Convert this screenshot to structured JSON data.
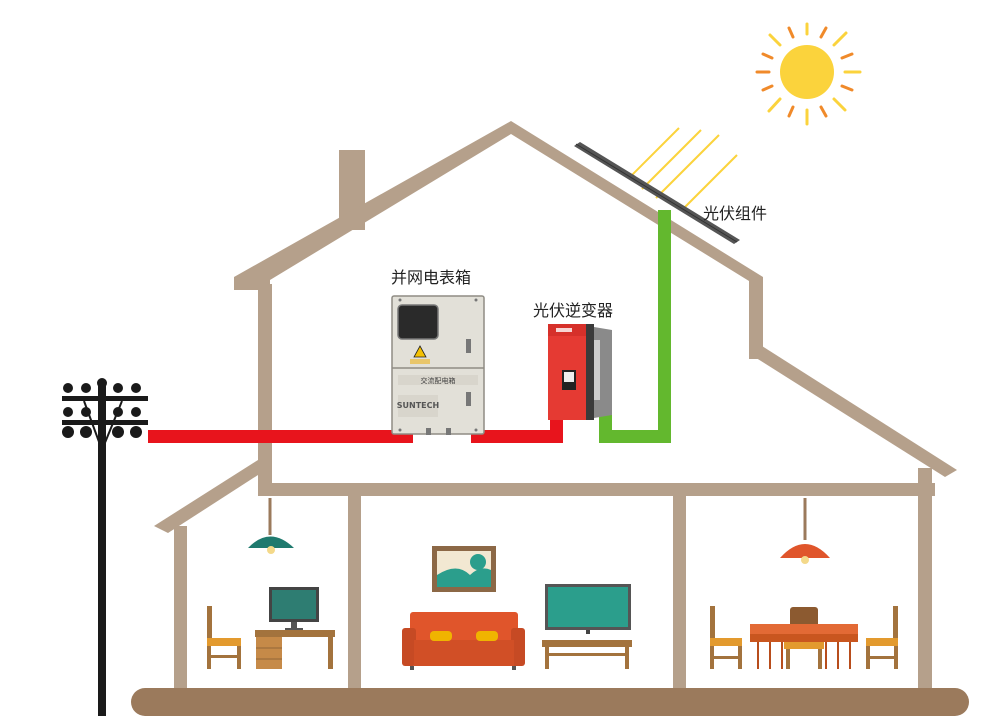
{
  "labels": {
    "meter_box": "并网电表箱",
    "inverter": "光伏逆变器",
    "pv_module": "光伏组件"
  },
  "device_text": {
    "meter_brand": "SUNTECH",
    "meter_caption": "交流配电箱"
  },
  "colors": {
    "house_frame": "#b5a08b",
    "floor_bar": "#9b7a5c",
    "ac_line": "#e8141c",
    "dc_line": "#63b82e",
    "sun": "#fbd33c",
    "sun_rays_orange": "#f08a2a",
    "solar_panel": "#555555",
    "inverter_red": "#e53a33",
    "meter_body": "#e2e0d8",
    "pole": "#1a1a1a"
  }
}
